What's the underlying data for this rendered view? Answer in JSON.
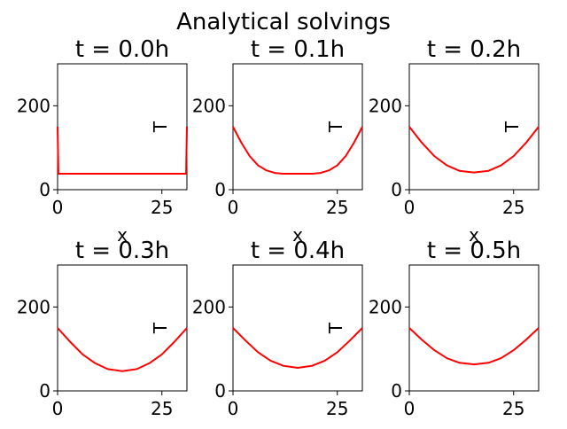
{
  "figure": {
    "suptitle": "Analytical solvings"
  },
  "colors": {
    "line": "#ff0000",
    "axes": "#000000",
    "background": "#ffffff"
  },
  "chart_data": [
    {
      "type": "line",
      "title": "t = 0.0h",
      "xlabel": "x",
      "ylabel": "T",
      "xlim": [
        0,
        31
      ],
      "ylim": [
        0,
        300
      ],
      "xticks": [
        0,
        25
      ],
      "yticks": [
        0,
        200
      ],
      "grid": false,
      "series": [
        {
          "x": [
            0,
            0.2,
            30.8,
            31
          ],
          "y": [
            150,
            38,
            38,
            150
          ]
        }
      ]
    },
    {
      "type": "line",
      "title": "t = 0.1h",
      "xlabel": "x",
      "ylabel": "T",
      "xlim": [
        0,
        31
      ],
      "ylim": [
        0,
        300
      ],
      "xticks": [
        0,
        25
      ],
      "yticks": [
        0,
        200
      ],
      "grid": false,
      "series": [
        {
          "x": [
            0,
            2,
            4,
            6,
            8,
            10,
            12,
            15.5,
            19,
            21,
            23,
            25,
            27,
            29,
            31
          ],
          "y": [
            150,
            112,
            80,
            58,
            46,
            40,
            38,
            38,
            38,
            40,
            46,
            58,
            80,
            112,
            150
          ]
        }
      ]
    },
    {
      "type": "line",
      "title": "t = 0.2h",
      "xlabel": "x",
      "ylabel": "T",
      "xlim": [
        0,
        31
      ],
      "ylim": [
        0,
        300
      ],
      "xticks": [
        0,
        25
      ],
      "yticks": [
        0,
        200
      ],
      "grid": false,
      "series": [
        {
          "x": [
            0,
            3,
            6,
            9,
            12,
            15.5,
            19,
            22,
            25,
            28,
            31
          ],
          "y": [
            150,
            112,
            80,
            58,
            45,
            41,
            45,
            58,
            80,
            112,
            150
          ]
        }
      ]
    },
    {
      "type": "line",
      "title": "t = 0.3h",
      "xlabel": "",
      "ylabel": "T",
      "xlim": [
        0,
        31
      ],
      "ylim": [
        0,
        300
      ],
      "xticks": [
        0,
        25
      ],
      "yticks": [
        0,
        200
      ],
      "grid": false,
      "series": [
        {
          "x": [
            0,
            3,
            6,
            9,
            12,
            15.5,
            19,
            22,
            25,
            28,
            31
          ],
          "y": [
            150,
            117,
            87,
            66,
            52,
            47,
            52,
            66,
            87,
            117,
            150
          ]
        }
      ]
    },
    {
      "type": "line",
      "title": "t = 0.4h",
      "xlabel": "",
      "ylabel": "T",
      "xlim": [
        0,
        31
      ],
      "ylim": [
        0,
        300
      ],
      "xticks": [
        0,
        25
      ],
      "yticks": [
        0,
        200
      ],
      "grid": false,
      "series": [
        {
          "x": [
            0,
            3,
            6,
            9,
            12,
            15.5,
            19,
            22,
            25,
            28,
            31
          ],
          "y": [
            150,
            120,
            92,
            72,
            60,
            55,
            60,
            72,
            92,
            120,
            150
          ]
        }
      ]
    },
    {
      "type": "line",
      "title": "t = 0.5h",
      "xlabel": "",
      "ylabel": "",
      "xlim": [
        0,
        31
      ],
      "ylim": [
        0,
        300
      ],
      "xticks": [
        0,
        25
      ],
      "yticks": [
        0,
        200
      ],
      "grid": false,
      "series": [
        {
          "x": [
            0,
            3,
            6,
            9,
            12,
            15.5,
            19,
            22,
            25,
            28,
            31
          ],
          "y": [
            150,
            122,
            97,
            78,
            67,
            63,
            67,
            78,
            97,
            122,
            150
          ]
        }
      ]
    }
  ]
}
